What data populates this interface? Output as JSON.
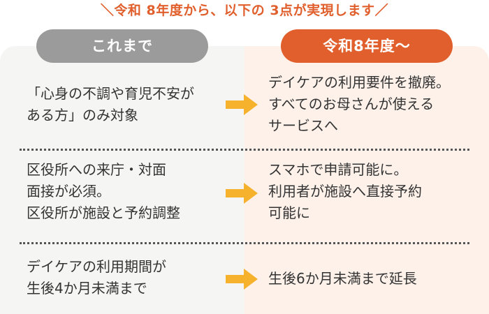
{
  "banner": "＼令和 8年度から、以下の 3点が実現します／",
  "columns": {
    "before": "これまで",
    "after": "令和8年度〜"
  },
  "rows": [
    {
      "before": [
        "「心身の不調や育児不安が",
        "ある方」のみ対象"
      ],
      "after": [
        "デイケアの利用要件を撤廃。",
        "すべてのお母さんが使える",
        "サービスへ"
      ]
    },
    {
      "before": [
        "区役所への来庁・対面",
        "面接が必須。",
        "区役所が施設と予約調整"
      ],
      "after": [
        "スマホで申請可能に。",
        "利用者が施設へ直接予約",
        "可能に"
      ]
    },
    {
      "before": [
        "デイケアの利用期間が",
        "生後4か月未満まで"
      ],
      "after": [
        "生後6か月未満まで延長"
      ]
    }
  ],
  "colors": {
    "accent": "#e05f2c",
    "gray_pill": "#9b9b9b",
    "arrow": "#f6b12d",
    "left_panel": "#f5f5f3",
    "right_panel": "#fdf1ea"
  },
  "icons": {
    "arrow": "right-arrow-icon"
  }
}
